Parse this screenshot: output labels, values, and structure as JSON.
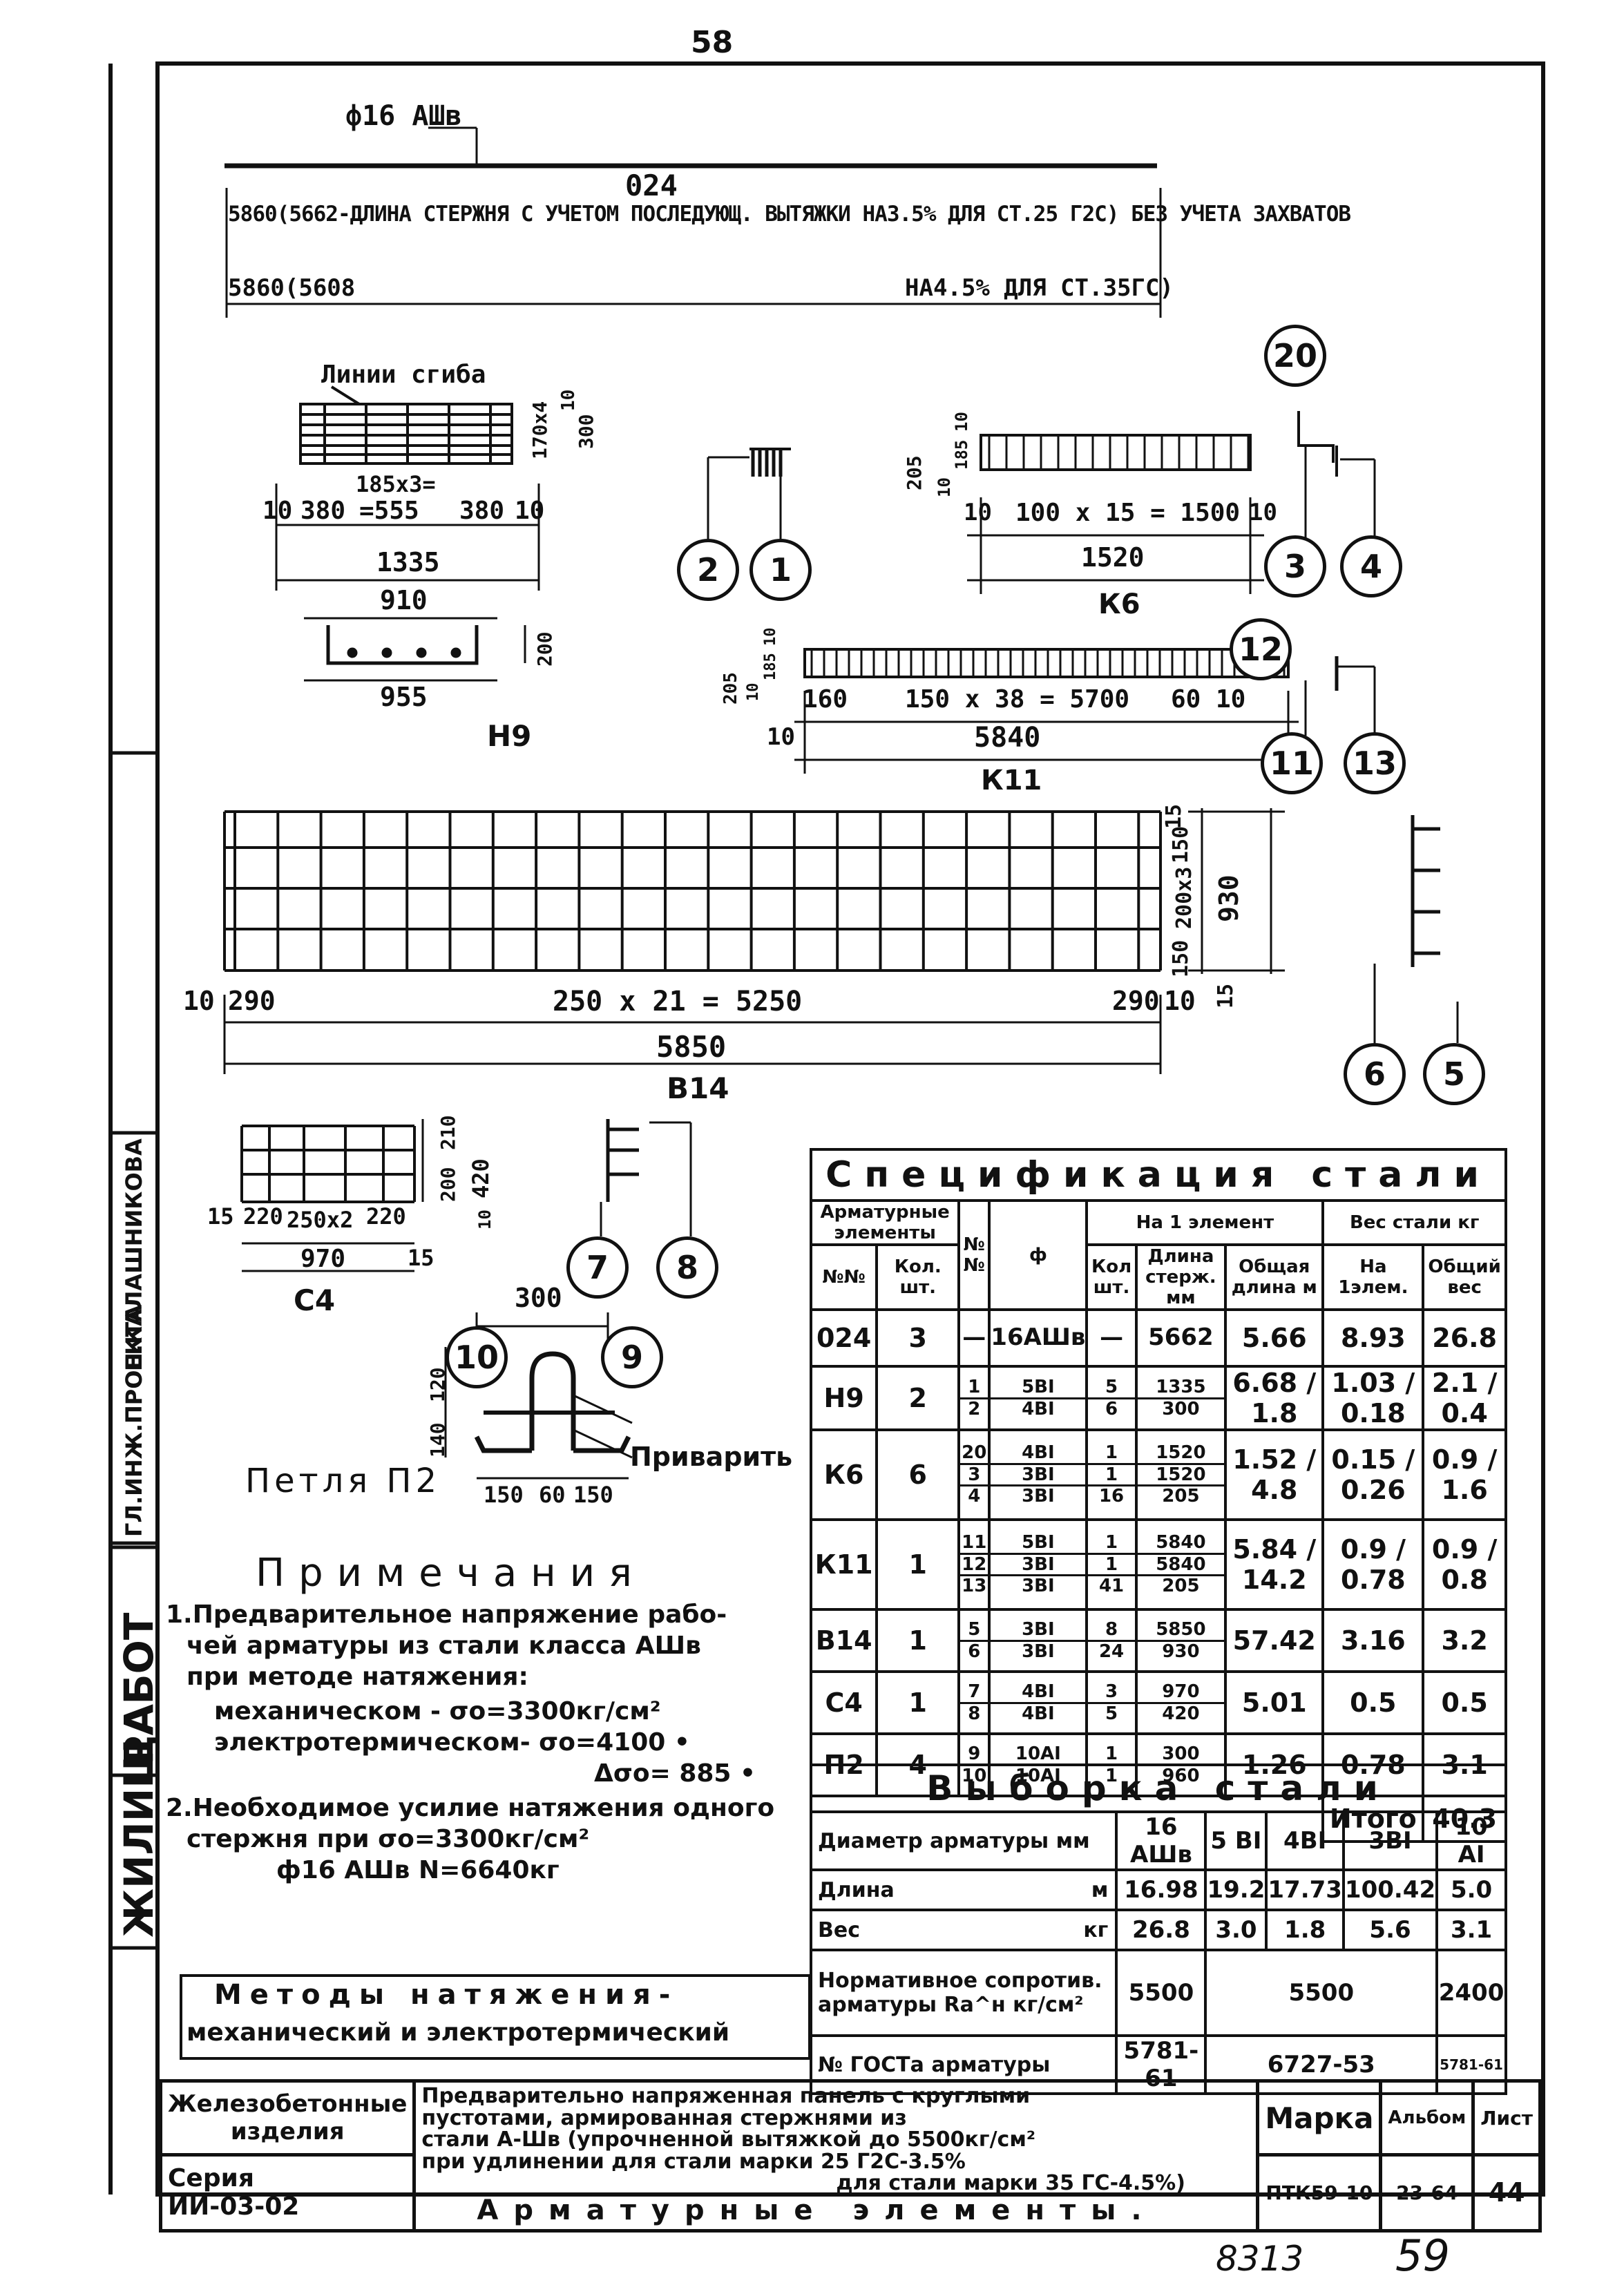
{
  "page_number": "58",
  "handwritten_number": "8313",
  "sheet_number": "59",
  "bar_024": {
    "mark": "ф16 АШв",
    "label": "024",
    "line1": "5860(5662-ДЛИНА СТЕРЖНЯ С УЧЕТОМ ПОСЛЕДУЮЩ. ВЫТЯЖКИ НА3.5% ДЛЯ СТ.25 Г2С) БЕЗ УЧЕТА ЗАХВАТОВ",
    "line2a": "5860(5608",
    "line2b": "НА4.5% ДЛЯ СТ.35ГС)"
  },
  "left_bar": {
    "rows": [
      "РАБОТ",
      "ЖИЛИЩА"
    ],
    "org": "ГЛ.ИНЖ.ПРОЕКТА",
    "name": "Н.КАЛАШНИКОВА"
  },
  "N9": {
    "label": "Н9",
    "bend_label": "Линии сгиба",
    "dims": [
      "185x3=",
      "=555",
      "10",
      "380",
      "380",
      "10",
      "1335",
      "910",
      "955",
      "170x4",
      "10",
      "300",
      "200"
    ],
    "circles": [
      "2",
      "1"
    ]
  },
  "K6": {
    "label": "К6",
    "dims": [
      "205",
      "10",
      "185",
      "10",
      "10",
      "100 x 15 = 1500",
      "10",
      "1520"
    ],
    "circles": [
      "20",
      "3",
      "4"
    ]
  },
  "K11": {
    "label": "К11",
    "dims": [
      "205",
      "10",
      "185",
      "10",
      "160",
      "150 x 38 = 5700",
      "60",
      "10",
      "10",
      "5840"
    ],
    "circles": [
      "12",
      "11",
      "13"
    ]
  },
  "B14": {
    "label": "В14",
    "dims": [
      "10",
      "290",
      "250 x 21 = 5250",
      "290",
      "10",
      "5850",
      "15",
      "150",
      "200x3",
      "150",
      "15",
      "930"
    ],
    "circles": [
      "6",
      "5"
    ]
  },
  "C4": {
    "label": "С4",
    "dims": [
      "15",
      "220",
      "250x2",
      "220",
      "970",
      "15",
      "200",
      "210",
      "420",
      "10"
    ],
    "circles": [
      "7",
      "8"
    ]
  },
  "P2": {
    "label": "Петля П2",
    "weld_label": "Приварить",
    "dims": [
      "300",
      "120",
      "140",
      "150",
      "60",
      "150"
    ],
    "circles": [
      "10",
      "9"
    ]
  },
  "notes": {
    "title": "Примечания",
    "n1_line1": "1.Предварительное напряжение рабо-",
    "n1_line2": "чей арматуры из стали класса АШв",
    "n1_line3": "при методе натяжения:",
    "n1_mech": "механическом     - σo=3300кг/см²",
    "n1_el": "электротермическом- σo=4100 •",
    "n1_delta": "Δσo= 885 •",
    "n2_line1": "2.Необходимое усилие натяжения одного",
    "n2_line2": "стержня при σo=3300кг/см²",
    "n2_line3": "ф16 АШв   N=6640кг",
    "methods_line1": "Методы натяжения-",
    "methods_line2": "механический и электротермический"
  },
  "spec": {
    "title": "Спецификация стали",
    "h_elem": "Арматурные элементы",
    "h_nn": "№№",
    "h_diam": "ф",
    "h_per": "На 1 элемент",
    "h_weight": "Вес стали кг",
    "h_mark": "№№",
    "h_qty": "Кол. шт.",
    "h_bar": "стер",
    "h_mm": "мм",
    "h_cnt": "Кол шт.",
    "h_len": "Длина стерж. мм",
    "h_total_len": "Общая длина м",
    "h_w1": "На 1элем.",
    "h_wt": "Общий вес",
    "rows": [
      {
        "mark": "024",
        "qty": "3",
        "bars": [
          {
            "n": "—",
            "d": "16АШв",
            "k": "—",
            "l": "5662"
          }
        ],
        "tl": "5.66",
        "w1": "8.93",
        "wt": "26.8"
      },
      {
        "mark": "Н9",
        "qty": "2",
        "bars": [
          {
            "n": "1",
            "d": "5ВI",
            "k": "5",
            "l": "1335"
          },
          {
            "n": "2",
            "d": "4ВI",
            "k": "6",
            "l": "300"
          }
        ],
        "tl": "6.68 / 1.8",
        "w1": "1.03 / 0.18",
        "wt": "2.1 / 0.4"
      },
      {
        "mark": "К6",
        "qty": "6",
        "bars": [
          {
            "n": "20",
            "d": "4ВI",
            "k": "1",
            "l": "1520"
          },
          {
            "n": "3",
            "d": "3ВI",
            "k": "1",
            "l": "1520"
          },
          {
            "n": "4",
            "d": "3ВI",
            "k": "16",
            "l": "205"
          }
        ],
        "tl": "1.52 / 4.8",
        "w1": "0.15 / 0.26",
        "wt": "0.9 / 1.6"
      },
      {
        "mark": "К11",
        "qty": "1",
        "bars": [
          {
            "n": "11",
            "d": "5ВI",
            "k": "1",
            "l": "5840"
          },
          {
            "n": "12",
            "d": "3ВI",
            "k": "1",
            "l": "5840"
          },
          {
            "n": "13",
            "d": "3ВI",
            "k": "41",
            "l": "205"
          }
        ],
        "tl": "5.84 / 14.2",
        "w1": "0.9 / 0.78",
        "wt": "0.9 / 0.8"
      },
      {
        "mark": "В14",
        "qty": "1",
        "bars": [
          {
            "n": "5",
            "d": "3ВI",
            "k": "8",
            "l": "5850"
          },
          {
            "n": "6",
            "d": "3ВI",
            "k": "24",
            "l": "930"
          }
        ],
        "tl": "57.42",
        "w1": "3.16",
        "wt": "3.2"
      },
      {
        "mark": "С4",
        "qty": "1",
        "bars": [
          {
            "n": "7",
            "d": "4ВI",
            "k": "3",
            "l": "970"
          },
          {
            "n": "8",
            "d": "4ВI",
            "k": "5",
            "l": "420"
          }
        ],
        "tl": "5.01",
        "w1": "0.5",
        "wt": "0.5"
      },
      {
        "mark": "П2",
        "qty": "4",
        "bars": [
          {
            "n": "9",
            "d": "10АI",
            "k": "1",
            "l": "300"
          },
          {
            "n": "10",
            "d": "10АI",
            "k": "1",
            "l": "960"
          }
        ],
        "tl": "1.26",
        "w1": "0.78",
        "wt": "3.1"
      }
    ],
    "total_label": "Итого",
    "total_value": "40.3"
  },
  "vyborka": {
    "title": "Выборка стали",
    "h_diam": "Диаметр арматуры мм",
    "cols": [
      "16 АШв",
      "5 ВI",
      "4ВI",
      "3ВI",
      "10 АI"
    ],
    "len_label": "Длина",
    "len_unit": "м",
    "len_vals": [
      "16.98",
      "19.2",
      "17.73",
      "100.42",
      "5.0"
    ],
    "w_label": "Вес",
    "w_unit": "кг",
    "w_vals": [
      "26.8",
      "3.0",
      "1.8",
      "5.6",
      "3.1"
    ],
    "res_label": "Нормативное сопротив. арматуры Ra^н кг/см²",
    "res_vals": [
      "5500",
      "5500",
      "2400"
    ],
    "gost_label": "№ ГОСТа арматуры",
    "gost_vals": [
      "5781-61",
      "6727-53",
      "5781-61"
    ]
  },
  "stamp": {
    "c1a": "Железобетонные",
    "c1b": "изделия",
    "c1c": "Серия",
    "c1d": "ИИ-03-02",
    "desc1": "Предварительно напряженная панель с круглыми",
    "desc2": "пустотами, армированная стержнями из",
    "desc3": "стали А-Шв (упрочненной вытяжкой до 5500кг/см²",
    "desc4": "при удлинении для стали марки 25 Г2С-3.5%",
    "desc5": "для стали марки 35 ГС-4.5%)",
    "desc6": "Арматурные элементы.",
    "marka_label": "Марка",
    "marka_val": "ПТК59-10",
    "album_label": "Альбом",
    "album_val": "23-64",
    "list_label": "Лист",
    "list_val": "44"
  }
}
